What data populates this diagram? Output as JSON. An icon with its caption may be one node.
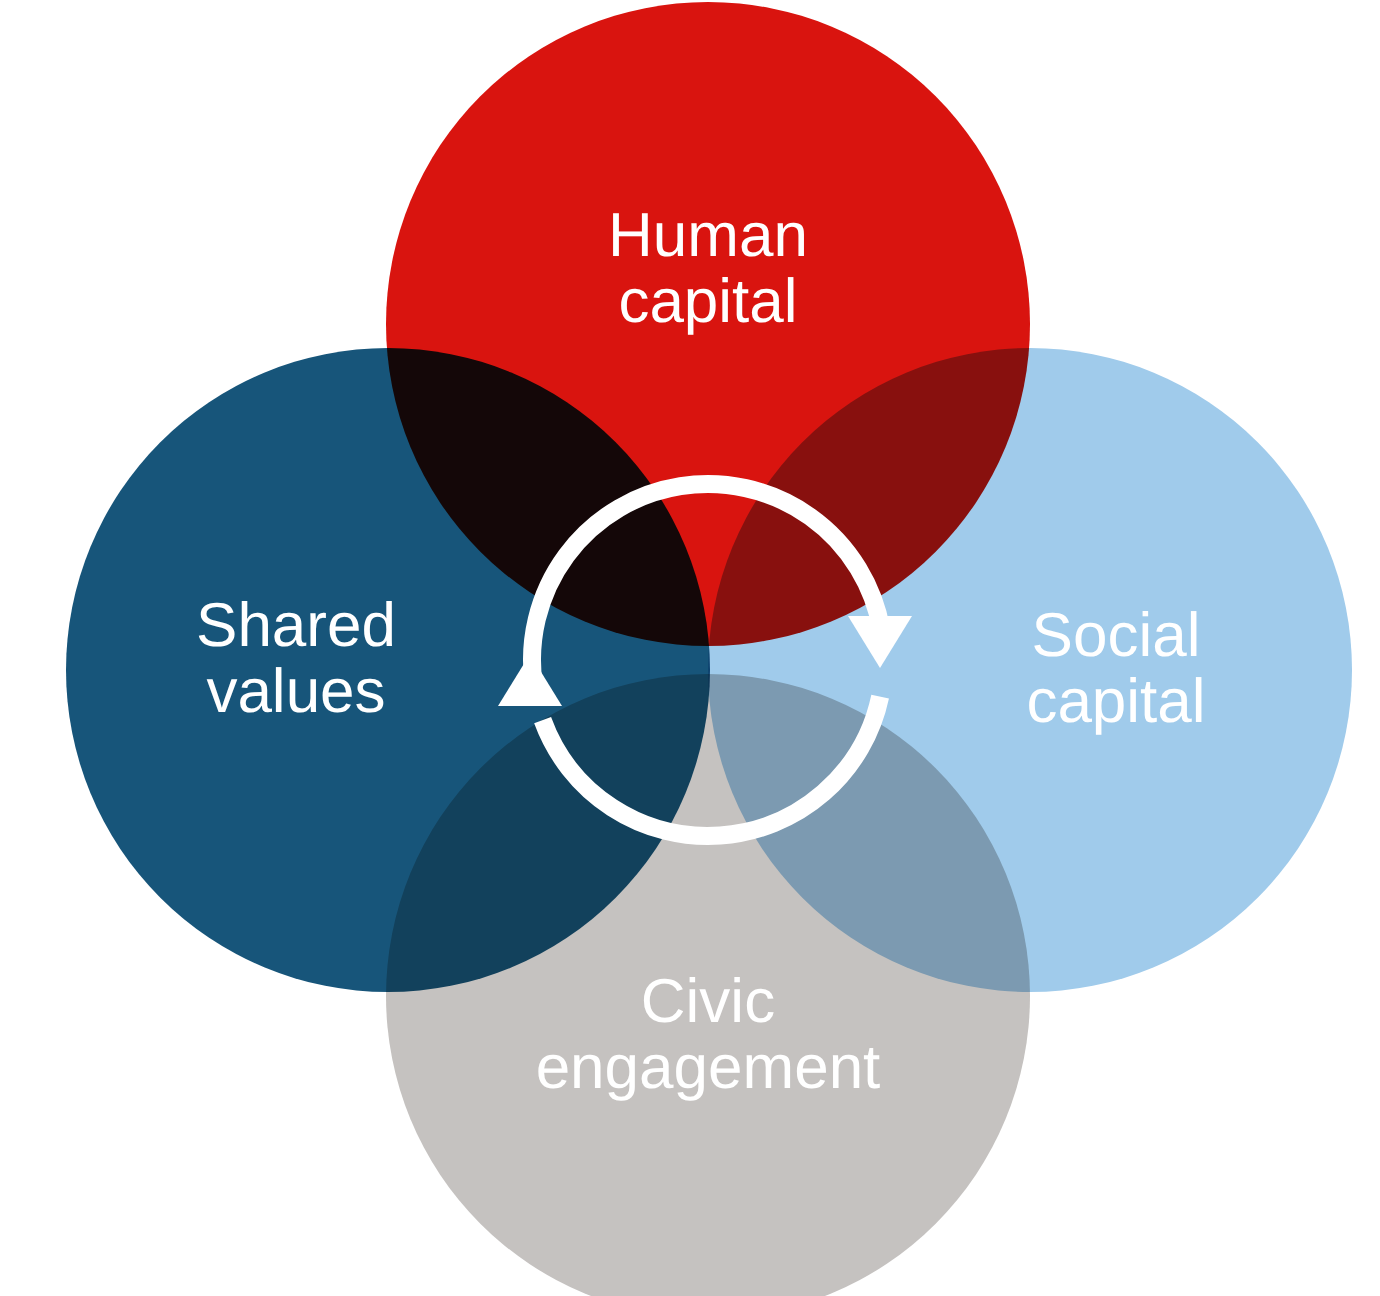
{
  "diagram": {
    "nodes": [
      {
        "text": [
          "Human capital"
        ]
      },
      {
        "text": [
          "Shared values"
        ]
      },
      {
        "text": [
          "Social capital"
        ]
      },
      {
        "text": [
          "Civic engagement"
        ]
      }
    ]
  }
}
